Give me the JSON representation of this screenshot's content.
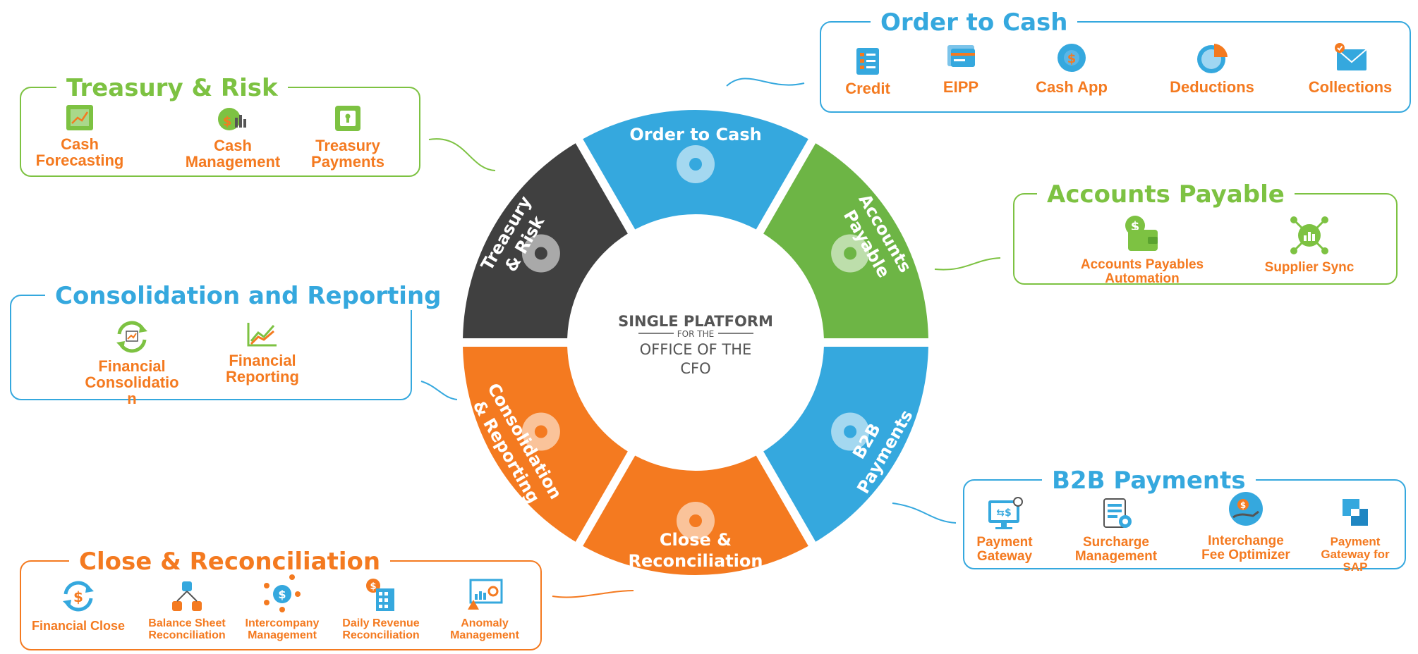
{
  "center": {
    "line1": "SINGLE PLATFORM",
    "line2": "FOR THE",
    "line3": "OFFICE OF THE",
    "line4": "CFO"
  },
  "wheel": {
    "segments": [
      {
        "key": "o2c",
        "lines": [
          "Order to Cash"
        ],
        "color": "#35a8de"
      },
      {
        "key": "ap",
        "lines": [
          "Accounts",
          "Payable"
        ],
        "color": "#6db545"
      },
      {
        "key": "b2b",
        "lines": [
          "B2B",
          "Payments"
        ],
        "color": "#35a8de"
      },
      {
        "key": "close",
        "lines": [
          "Close &",
          "Reconciliation"
        ],
        "color": "#f47a20"
      },
      {
        "key": "cons",
        "lines": [
          "Consolidation",
          "& Reporting"
        ],
        "color": "#f47a20"
      },
      {
        "key": "treas",
        "lines": [
          "Treasury",
          "& Risk"
        ],
        "color": "#404040"
      }
    ]
  },
  "panels": {
    "order_to_cash": {
      "title": "Order to Cash",
      "items": [
        "Credit",
        "EIPP",
        "Cash App",
        "Deductions",
        "Collections"
      ]
    },
    "treasury": {
      "title": "Treasury & Risk",
      "items": [
        [
          "Cash",
          "Forecasting"
        ],
        [
          "Cash",
          "Management"
        ],
        [
          "Treasury",
          "Payments"
        ]
      ]
    },
    "accounts_payable": {
      "title": "Accounts Payable",
      "items": [
        [
          "Accounts Payables",
          "Automation"
        ],
        [
          "Supplier Sync"
        ]
      ]
    },
    "consolidation": {
      "title": "Consolidation and Reporting",
      "items": [
        [
          "Financial",
          "Consolidatio",
          "n"
        ],
        [
          "Financial",
          "Reporting"
        ]
      ]
    },
    "b2b": {
      "title": "B2B Payments",
      "items": [
        [
          "Payment",
          "Gateway"
        ],
        [
          "Surcharge",
          "Management"
        ],
        [
          "Interchange",
          "Fee Optimizer"
        ],
        [
          "Payment",
          "Gateway for SAP"
        ]
      ]
    },
    "close": {
      "title": "Close & Reconciliation",
      "items": [
        [
          "Financial Close"
        ],
        [
          "Balance Sheet",
          "Reconciliation"
        ],
        [
          "Intercompany",
          "Management"
        ],
        [
          "Daily Revenue",
          "Reconciliation"
        ],
        [
          "Anomaly",
          "Management"
        ]
      ]
    }
  },
  "colors": {
    "green": "#7dc242",
    "blue": "#35a8de",
    "orange": "#f47a20",
    "dark": "#404040"
  }
}
